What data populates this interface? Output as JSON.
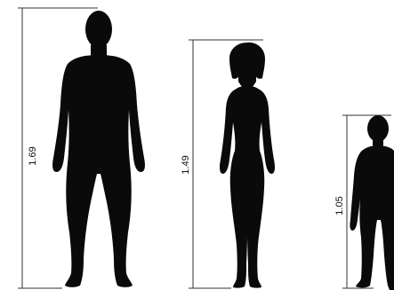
{
  "figure": {
    "background": "#ffffff",
    "silhouette_color": "#0a0a0a",
    "guide_color": "#333333",
    "people": [
      {
        "id": "man",
        "height_label": "1.69"
      },
      {
        "id": "woman",
        "height_label": "1.49"
      },
      {
        "id": "child",
        "height_label": "1.05"
      }
    ]
  }
}
